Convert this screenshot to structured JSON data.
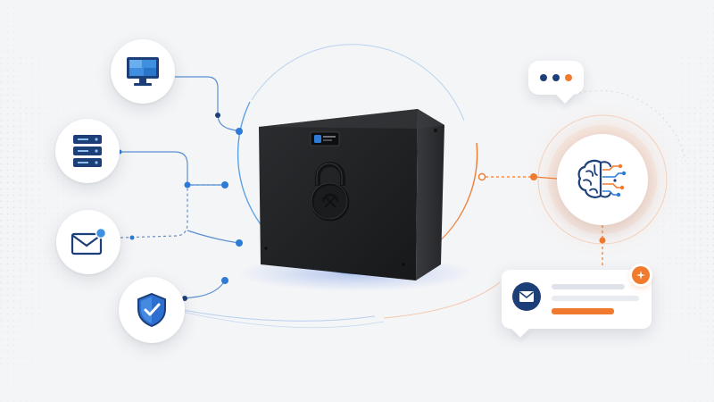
{
  "illustration": {
    "left_nodes": [
      {
        "name": "monitor",
        "icon": "monitor-icon"
      },
      {
        "name": "server",
        "icon": "server-rack-icon"
      },
      {
        "name": "mail",
        "icon": "envelope-icon"
      },
      {
        "name": "security",
        "icon": "shield-check-icon"
      }
    ],
    "center": {
      "icon": "secure-storage-box",
      "badge_icon": "lock-icon",
      "display_icon": "lock-icon"
    },
    "right": {
      "chat_bubble_icon": "typing-dots",
      "ai_node_icon": "brain-circuit-icon",
      "notification_icon": "envelope-icon",
      "notification_badge_icon": "sparkle-icon"
    }
  },
  "colors": {
    "navy": "#1d3f78",
    "blue": "#2d7bd6",
    "orange": "#f07a2e",
    "background": "#f4f5f7",
    "device": "#1f2022"
  }
}
